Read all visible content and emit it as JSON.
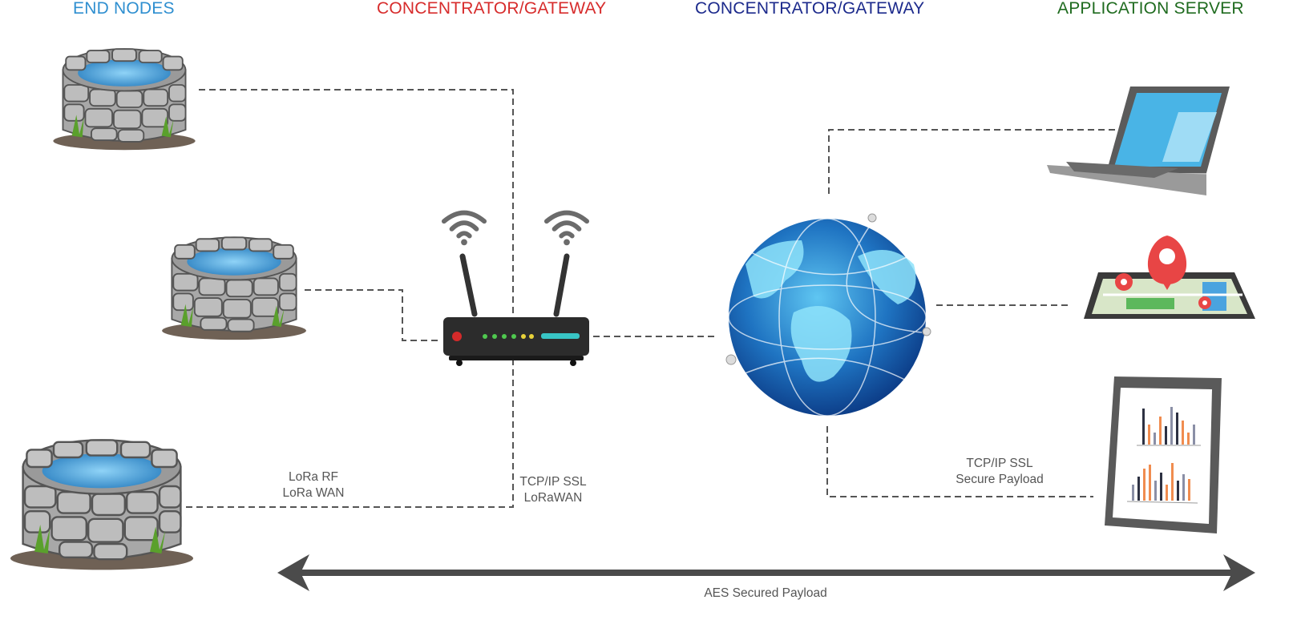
{
  "headers": {
    "end_nodes": {
      "text": "END NODES",
      "color": "#2f8fd0"
    },
    "gateway_1": {
      "text": "CONCENTRATOR/GATEWAY",
      "color": "#d72c2c"
    },
    "gateway_2": {
      "text": "CONCENTRATOR/GATEWAY",
      "color": "#1c2a8c"
    },
    "app_server": {
      "text": "APPLICATION SERVER",
      "color": "#1f6b1f"
    }
  },
  "labels": {
    "lora_rf": "LoRa RF",
    "lora_wan": "LoRa WAN",
    "tcp_ip_ssl_1": "TCP/IP SSL",
    "lorawan": "LoRaWAN",
    "tcp_ip_ssl_2": "TCP/IP SSL",
    "secure_payload": "Secure Payload",
    "aes": "AES Secured Payload"
  },
  "icons": [
    "stone-well-icon",
    "router-icon",
    "wifi-icon",
    "globe-icon",
    "laptop-icon",
    "map-phone-icon",
    "tablet-chart-icon",
    "double-arrow-icon"
  ]
}
